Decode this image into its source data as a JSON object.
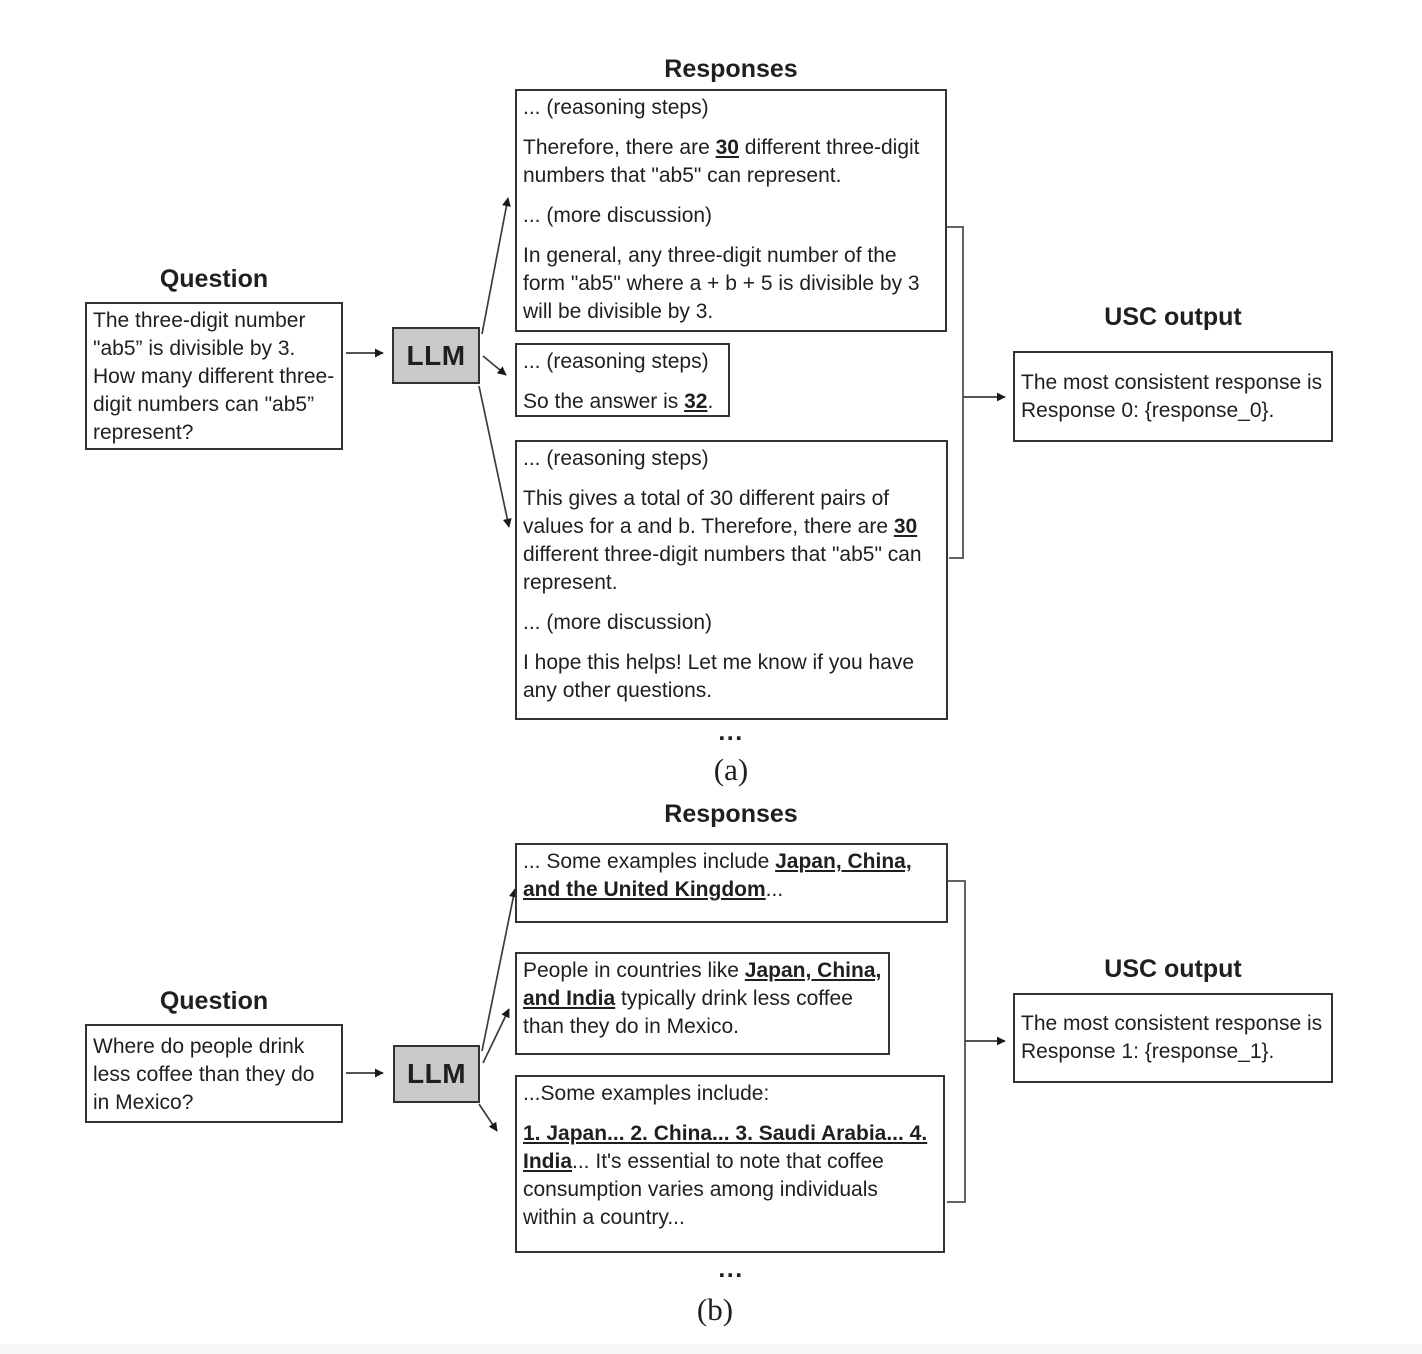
{
  "colors": {
    "llm_box_fill": "#c9c9c9",
    "box_border": "#333333",
    "text": "#1f1f1f",
    "bracket_line": "#5f6368"
  },
  "panel_a": {
    "caption": "(a)",
    "question": {
      "heading": "Question",
      "text": "The three-digit number \"ab5” is divisible by 3. How many different three-digit numbers can \"ab5” represent?"
    },
    "llm_label": "LLM",
    "responses_heading": "Responses",
    "responses": [
      {
        "paragraphs": [
          [
            {
              "t": "... (reasoning steps)"
            }
          ],
          [
            {
              "t": "Therefore, there are "
            },
            {
              "t": "30",
              "u": true
            },
            {
              "t": " different three-digit numbers that \"ab5\" can represent."
            }
          ],
          [
            {
              "t": "... (more discussion)"
            }
          ],
          [
            {
              "t": "In general, any three-digit number of the form \"ab5\" where a + b + 5 is divisible by 3 will be divisible by 3."
            }
          ]
        ]
      },
      {
        "paragraphs": [
          [
            {
              "t": "... (reasoning steps)"
            }
          ],
          [
            {
              "t": "So the answer is "
            },
            {
              "t": "32",
              "u": true
            },
            {
              "t": "."
            }
          ]
        ]
      },
      {
        "paragraphs": [
          [
            {
              "t": "... (reasoning steps)"
            }
          ],
          [
            {
              "t": "This gives a total of 30 different pairs of values for a and b. Therefore, there are "
            },
            {
              "t": "30",
              "u": true
            },
            {
              "t": " different three-digit numbers that \"ab5\" can represent."
            }
          ],
          [
            {
              "t": "... (more discussion)"
            }
          ],
          [
            {
              "t": "I hope this helps! Let me know if you have any other questions."
            }
          ]
        ]
      }
    ],
    "ellipsis": "...",
    "usc": {
      "heading": "USC output",
      "text": "The most consistent response is Response 0: {response_0}."
    }
  },
  "panel_b": {
    "caption": "(b)",
    "question": {
      "heading": "Question",
      "text": "Where do people drink less coffee than they do in Mexico?"
    },
    "llm_label": "LLM",
    "responses_heading": "Responses",
    "responses": [
      {
        "paragraphs": [
          [
            {
              "t": "... Some examples include "
            },
            {
              "t": "Japan, China, and the United Kingdom",
              "u": true
            },
            {
              "t": "..."
            }
          ]
        ]
      },
      {
        "paragraphs": [
          [
            {
              "t": "People in countries like "
            },
            {
              "t": "Japan, China, and India",
              "u": true
            },
            {
              "t": " typically drink less coffee than they do in Mexico."
            }
          ]
        ]
      },
      {
        "paragraphs": [
          [
            {
              "t": "...Some examples include:"
            }
          ],
          [
            {
              "t": "1. Japan... 2. China... 3. Saudi Arabia... 4. India",
              "u": true
            },
            {
              "t": "... It's essential to note that coffee consumption varies among individuals within a country..."
            }
          ]
        ]
      }
    ],
    "ellipsis": "...",
    "usc": {
      "heading": "USC output",
      "text": "The most consistent response is Response 1: {response_1}."
    }
  }
}
